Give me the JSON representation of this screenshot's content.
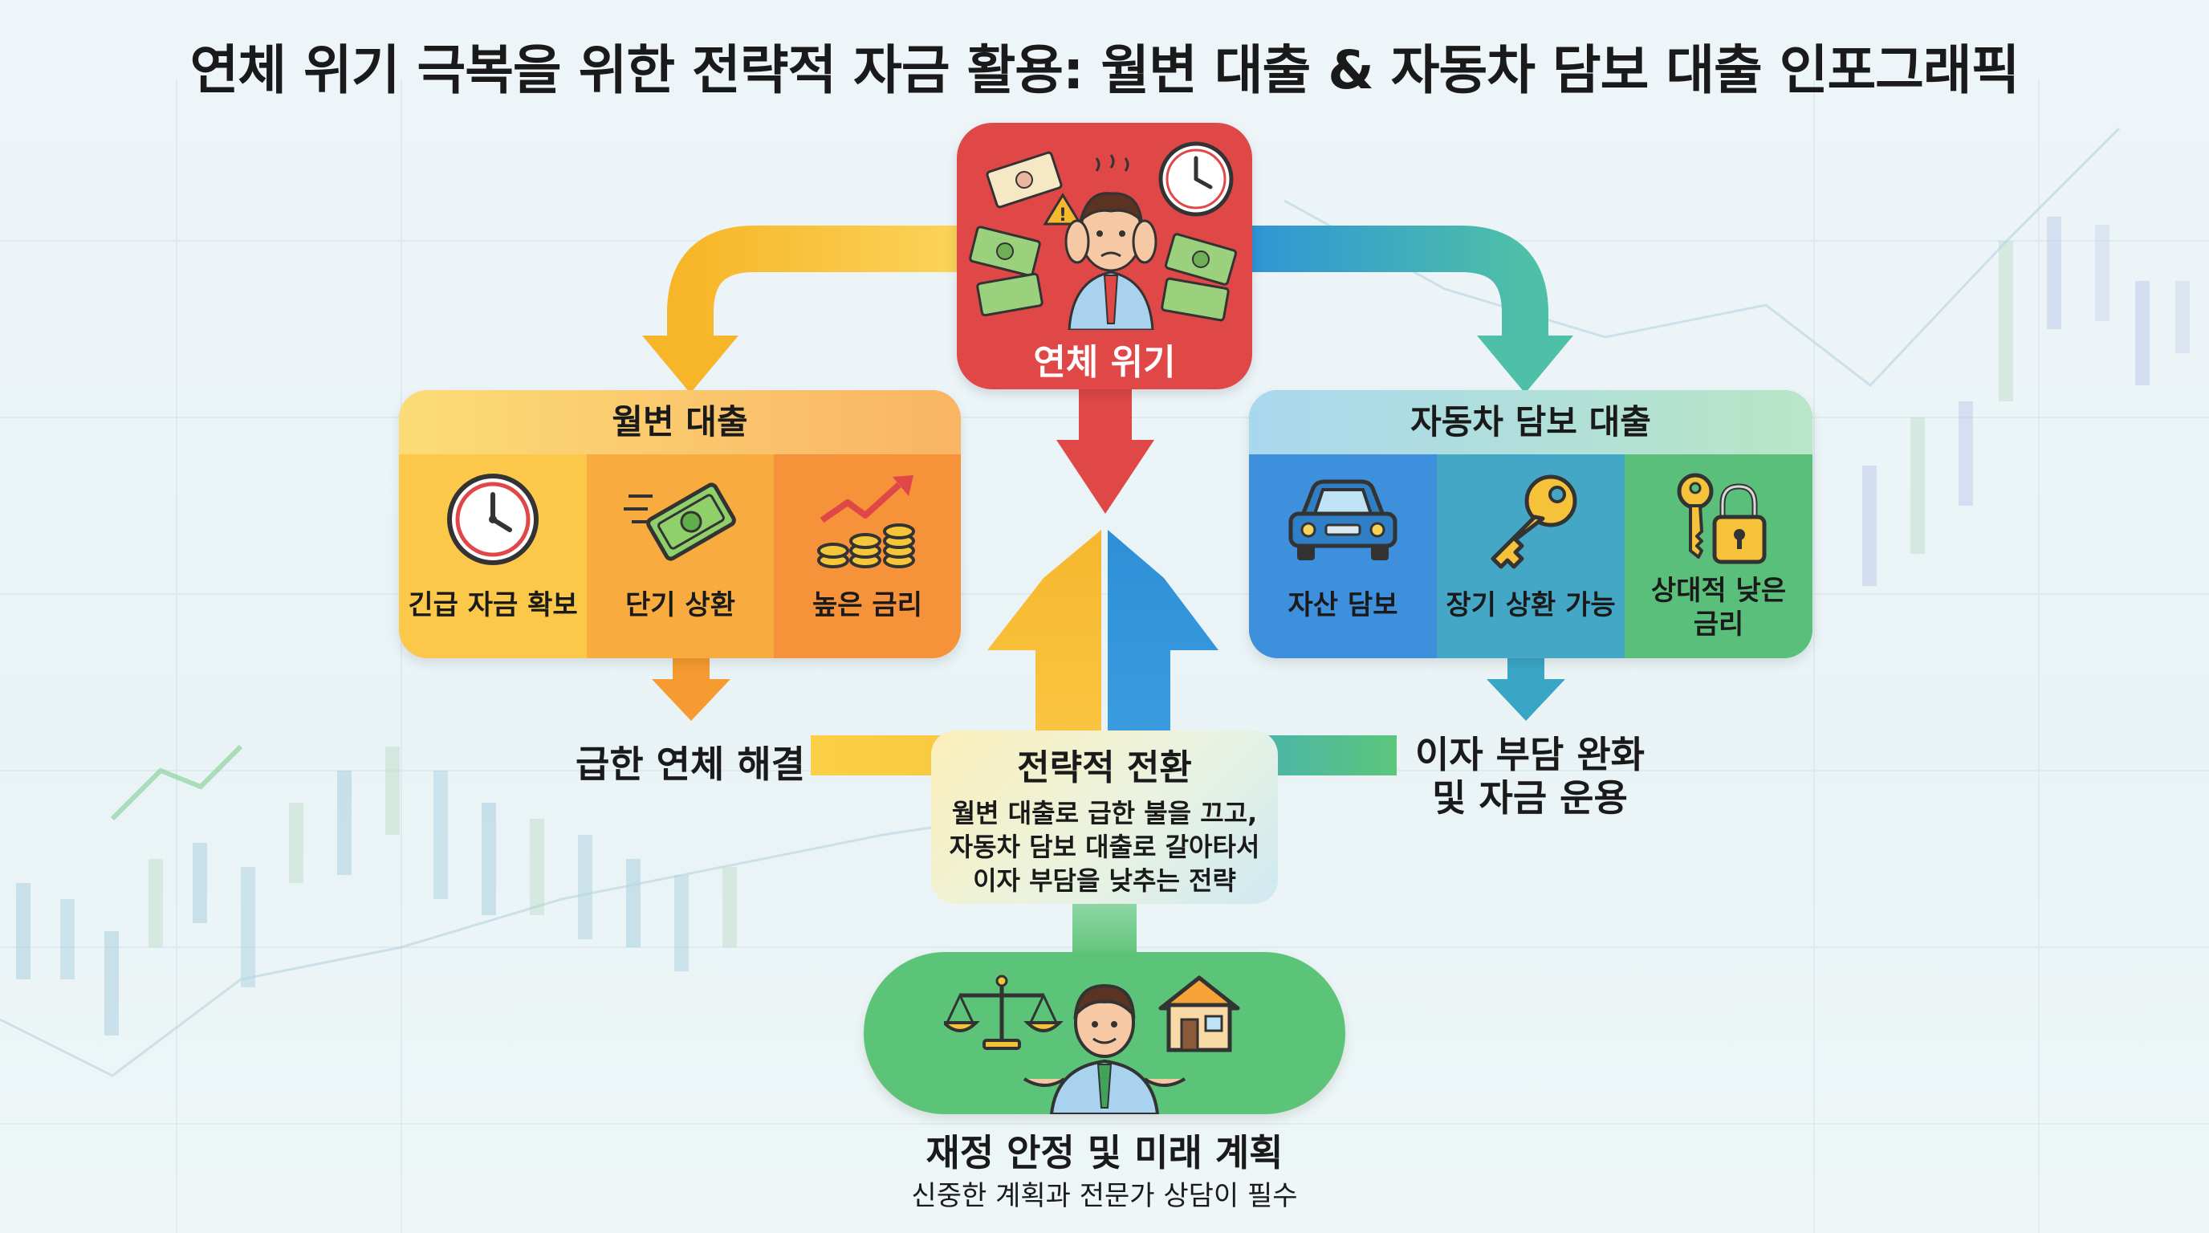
{
  "title": "연체 위기 극복을 위한 전략적 자금 활용: 월변 대출 & 자동차 담보 대출 인포그래픽",
  "crisis": {
    "label": "연체 위기"
  },
  "monthly_loan": {
    "title": "월변 대출",
    "items": [
      {
        "label": "긴급 자금 확보",
        "icon": "clock-icon"
      },
      {
        "label": "단기 상환",
        "icon": "fast-money-icon"
      },
      {
        "label": "높은 금리",
        "icon": "rising-coins-icon"
      }
    ],
    "result": "급한 연체 해결"
  },
  "car_loan": {
    "title": "자동차 담보 대출",
    "items": [
      {
        "label": "자산 담보",
        "icon": "car-icon"
      },
      {
        "label": "장기 상환 가능",
        "icon": "key-icon"
      },
      {
        "label_line1": "상대적 낮은",
        "label_line2": "금리",
        "icon": "key-lock-icon"
      }
    ],
    "result_line1": "이자 부담 완화",
    "result_line2": "및 자금 운용"
  },
  "strategy": {
    "title": "전략적 전환",
    "line1": "월변 대출로 급한 불을 끄고,",
    "line2": "자동차 담보 대출로 갈아타서",
    "line3": "이자 부담을 낮추는 전략"
  },
  "future": {
    "title": "재정 안정 및 미래 계획",
    "subtitle": "신중한 계획과 전문가 상담이 필수"
  },
  "colors": {
    "crisis_red": "#e04848",
    "orange_start": "#fcd85c",
    "orange_end": "#f48a2c",
    "blue_start": "#3c8fe0",
    "green_end": "#5cc67c",
    "future_green": "#5cc478"
  }
}
